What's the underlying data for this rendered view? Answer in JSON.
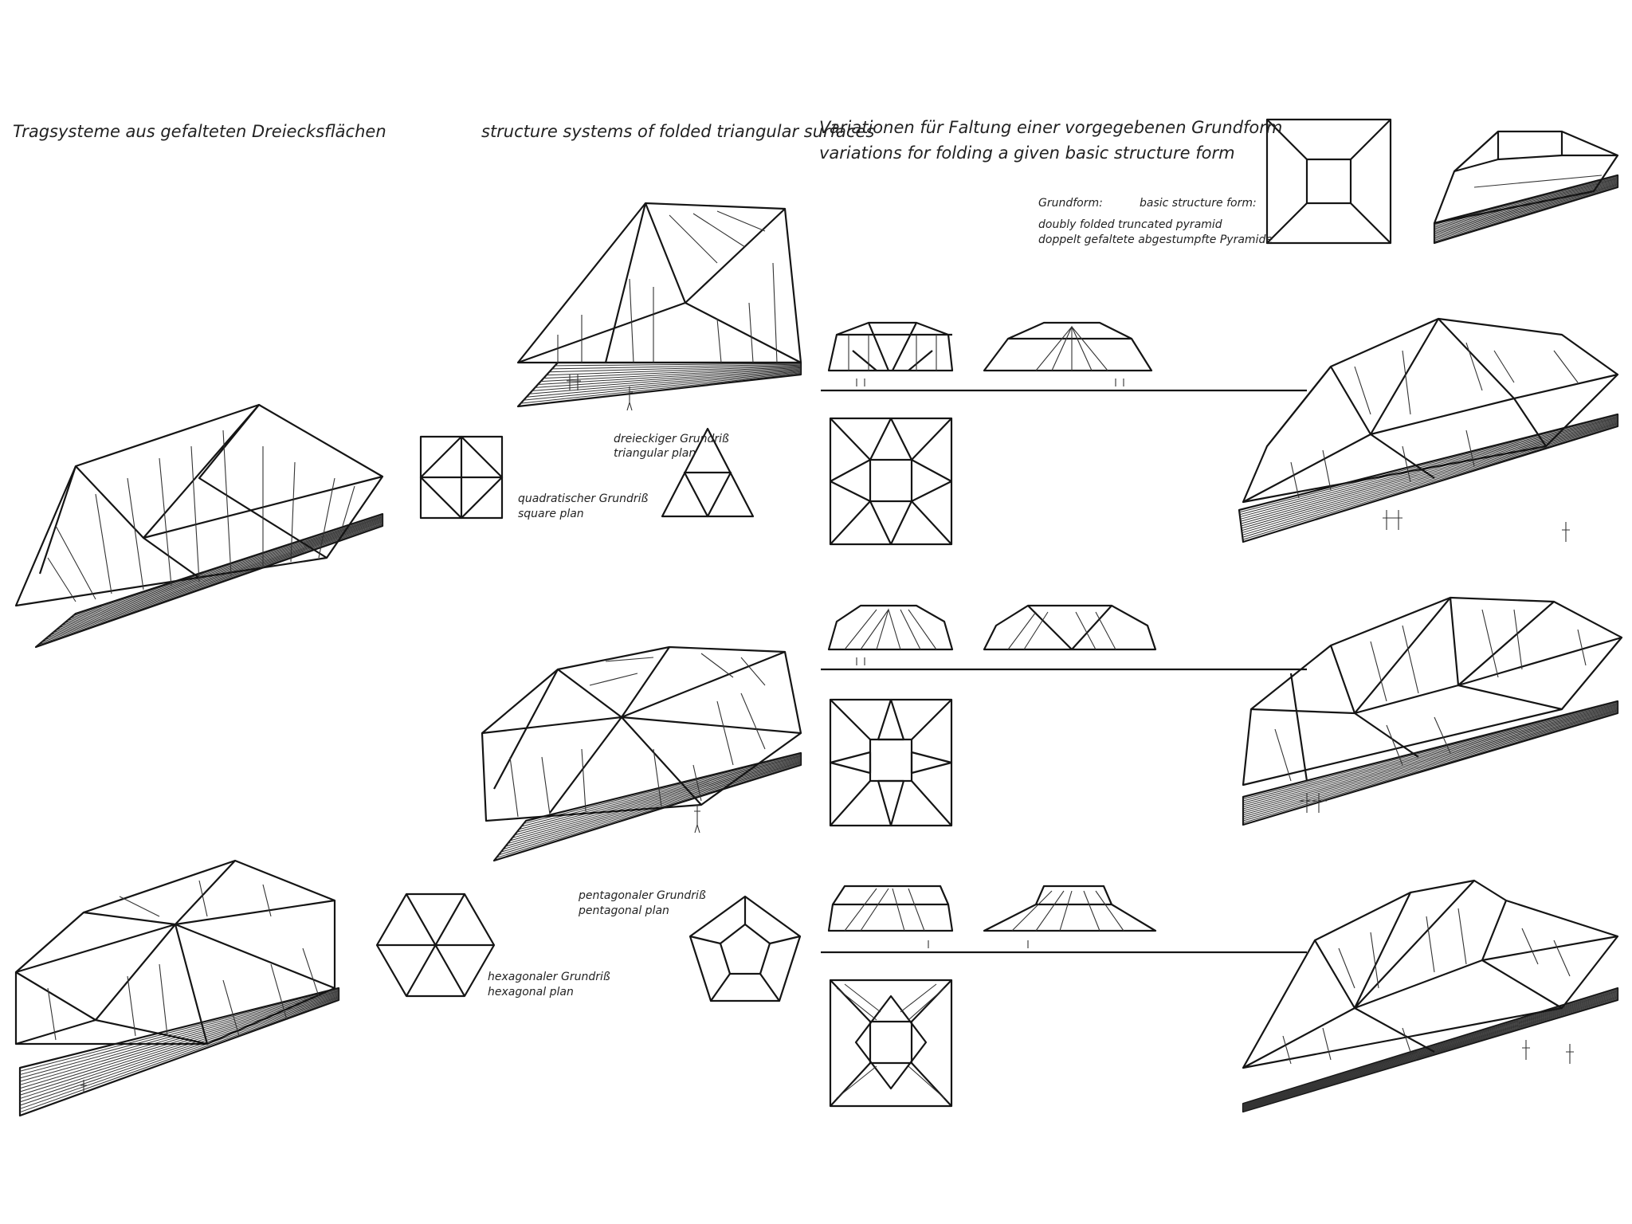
{
  "header": {
    "title_de": "Tragsysteme aus gefalteten Dreiecksflächen",
    "title_en": "structure systems of folded triangular surfaces",
    "variations_de": "Variationen für Faltung einer vorgegebenen Grundform",
    "variations_en": "variations for folding a given basic structure form"
  },
  "legend": {
    "grundform_de": "Grundform:",
    "grundform_en": "basic structure form:",
    "form_en": "doubly folded truncated pyramid",
    "form_de": "doppelt gefaltete abgestumpfte Pyramide"
  },
  "plans": {
    "square_de": "quadratischer Grundriß",
    "square_en": "square plan",
    "triangular_de": "dreieckiger Grundriß",
    "triangular_en": "triangular plan",
    "pentagonal_de": "pentagonaler Grundriß",
    "pentagonal_en": "pentagonal plan",
    "hexagonal_de": "hexagonaler Grundriß",
    "hexagonal_en": "hexagonal plan"
  }
}
